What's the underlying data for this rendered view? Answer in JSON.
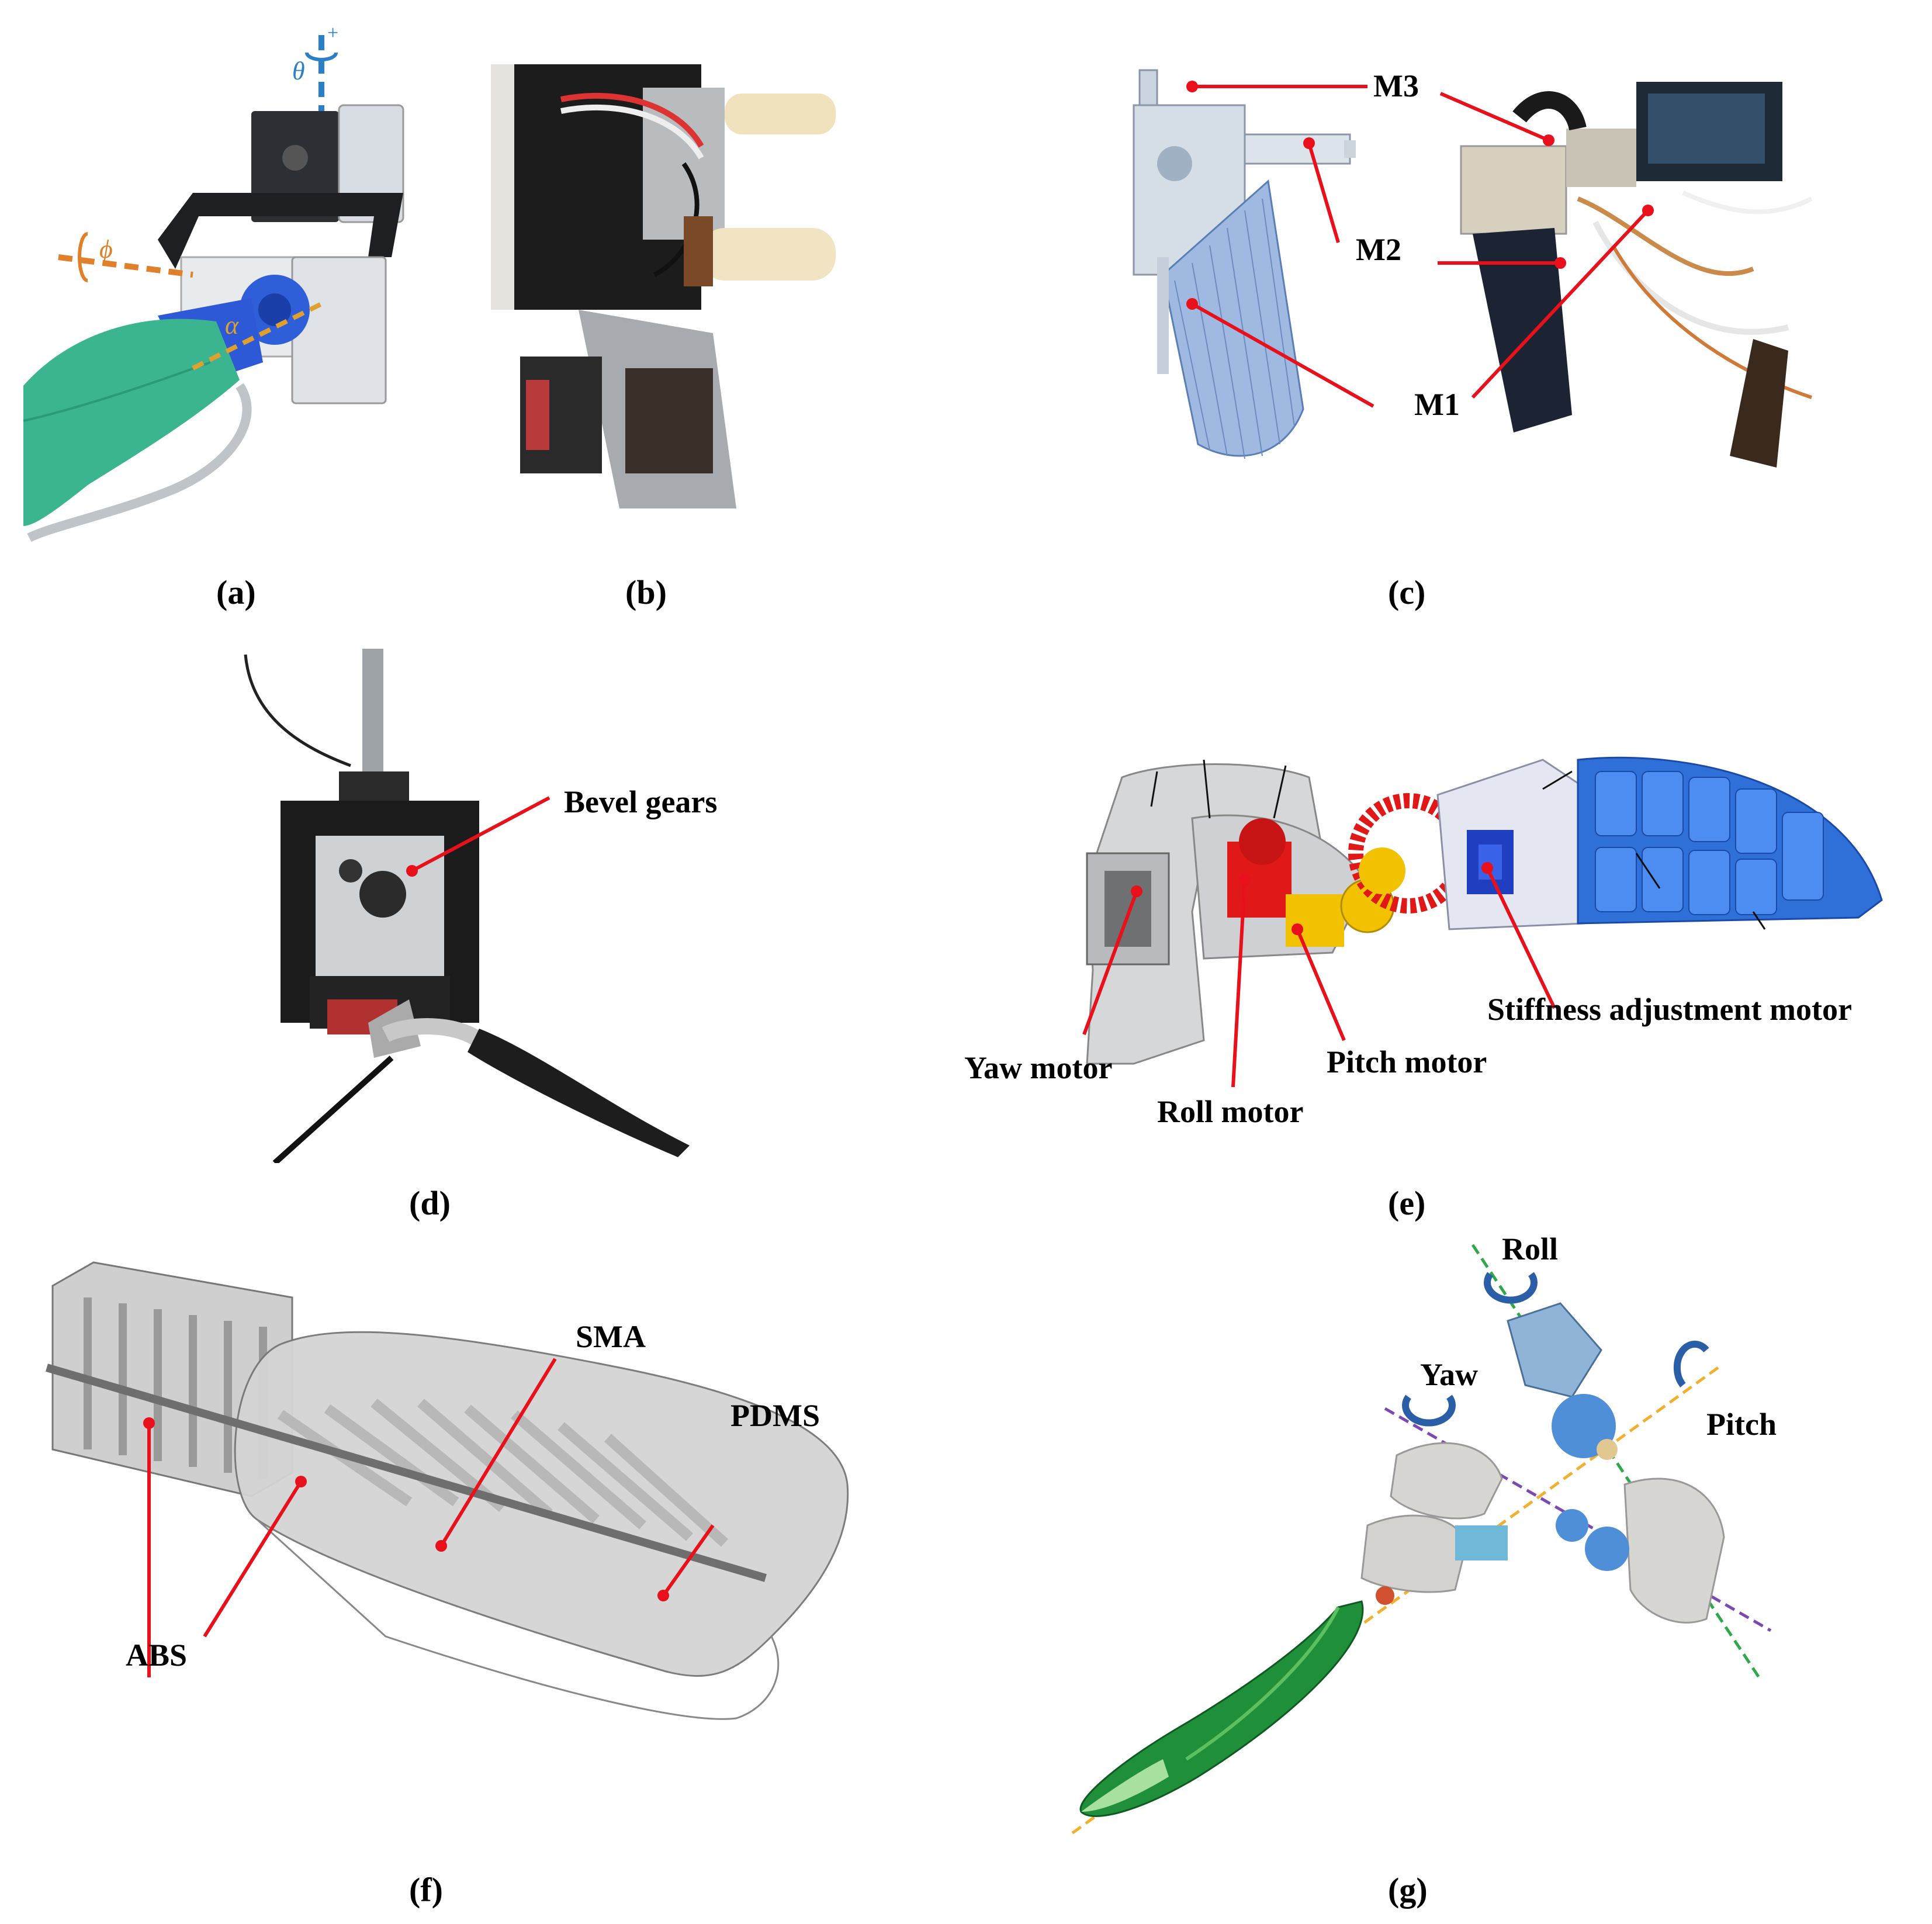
{
  "captions": {
    "a": "(a)",
    "b": "(b)",
    "c": "(c)",
    "d": "(d)",
    "e": "(e)",
    "f": "(f)",
    "g": "(g)"
  },
  "panel_a": {
    "theta": "θ",
    "phi": "ϕ",
    "alpha": "α",
    "plus": "+"
  },
  "panel_c": {
    "m1": "M1",
    "m2": "M2",
    "m3": "M3"
  },
  "panel_d": {
    "bevel": "Bevel gears"
  },
  "panel_e": {
    "yaw": "Yaw motor",
    "roll": "Roll motor",
    "pitch": "Pitch motor",
    "stiffness": "Stiffness adjustment motor"
  },
  "panel_f": {
    "sma": "SMA",
    "pdms": "PDMS",
    "abs": "ABS"
  },
  "panel_g": {
    "roll": "Roll",
    "yaw": "Yaw",
    "pitch": "Pitch"
  },
  "colors": {
    "callout": "#e8101a",
    "fin_green": "#3bb58f",
    "motor_red": "#e01818",
    "motor_yellow": "#f2c200",
    "fin_blue": "#2f6fd8",
    "axis_orange": "#e0802a",
    "axis_blue": "#2a7fc8"
  }
}
